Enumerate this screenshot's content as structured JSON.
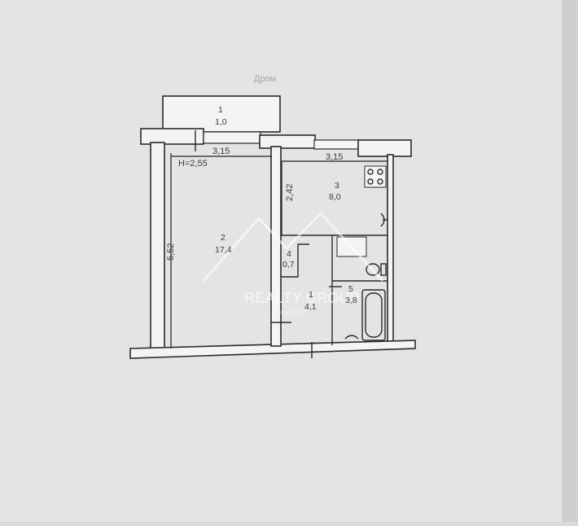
{
  "plan": {
    "ceiling_height": "H=2,55",
    "rooms": [
      {
        "number": "1",
        "area": "1,0"
      },
      {
        "number": "2",
        "area": "17,4"
      },
      {
        "number": "3",
        "area": "8,0"
      },
      {
        "number": "4",
        "area": "0,7"
      },
      {
        "number": "1",
        "area": "4,1"
      },
      {
        "number": "5",
        "area": "3,8"
      }
    ],
    "dimensions": {
      "width_left": "3,15",
      "width_right": "3,15",
      "height_left": "5,52",
      "kitchen_height": "2,42"
    }
  },
  "watermark": {
    "brand": "REALTY GROUP",
    "sub": "Ryvyi Rih"
  },
  "scribble": "Дром"
}
